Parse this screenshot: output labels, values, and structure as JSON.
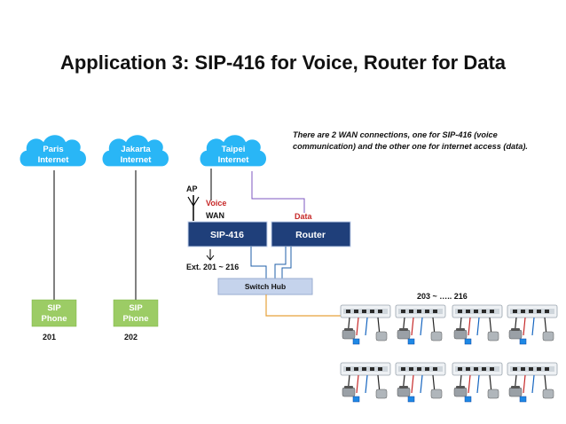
{
  "title": "Application 3: SIP-416 for Voice, Router for Data",
  "note": "There are 2 WAN connections, one for SIP-416 (voice communication) and the other one for internet access (data).",
  "clouds": [
    {
      "line1": "Paris",
      "line2": "Internet"
    },
    {
      "line1": "Jakarta",
      "line2": "Internet"
    },
    {
      "line1": "Taipei",
      "line2": "Internet"
    }
  ],
  "phones": [
    {
      "line1": "SIP",
      "line2": "Phone",
      "ext": "201"
    },
    {
      "line1": "SIP",
      "line2": "Phone",
      "ext": "202"
    }
  ],
  "ap_label": "AP",
  "voice_label": "Voice",
  "wan_label": "WAN",
  "data_label": "Data",
  "sip_box": "SIP-416",
  "router_box": "Router",
  "ext_range": "Ext. 201 ~ 216",
  "switch_hub": "Switch Hub",
  "ext_range2": "203 ~ ….. 216",
  "colors": {
    "cloud": "#29b6f6",
    "phone_box": "#9ccc65",
    "device_box": "#1f3f7a",
    "switch": "#c5d3ec",
    "voice": "#c62828",
    "data_line": "#7e57c2",
    "hub_line": "#e6a23c"
  }
}
